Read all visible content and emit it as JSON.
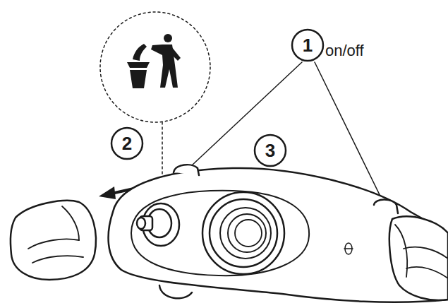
{
  "diagram": {
    "labels": [
      "1",
      "on/off",
      "2",
      "3"
    ]
  }
}
